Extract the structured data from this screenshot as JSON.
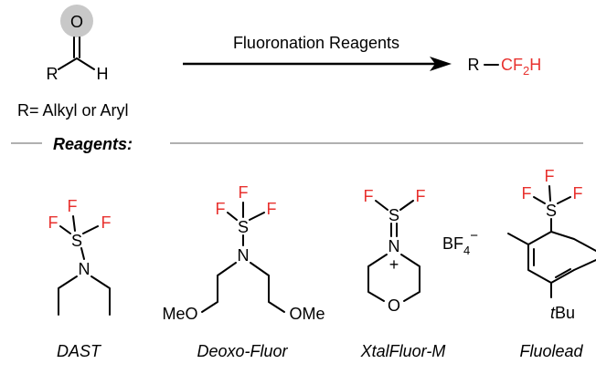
{
  "reaction": {
    "carbonyl_o": "O",
    "substituent_r": "R",
    "aldehyde_h": "H",
    "reagent_label": "Fluoronation Reagents",
    "product": {
      "r": "R",
      "cf": "CF",
      "subscript": "2",
      "h": "H"
    },
    "r_definition": "R= Alkyl or Aryl"
  },
  "section_title": "Reagents:",
  "atoms": {
    "fluorine": "F",
    "sulfur": "S",
    "nitrogen": "N",
    "oxygen": "O",
    "charge_plus": "+",
    "methoxy": "MeO",
    "methoxy_right": "OMe",
    "tert_butyl_prefix": "t",
    "tert_butyl_suffix": "Bu",
    "counterion": "BF",
    "counterion_sub": "4",
    "counterion_charge": "−"
  },
  "reagents": [
    {
      "name": "DAST"
    },
    {
      "name": "Deoxo-Fluor"
    },
    {
      "name": "XtalFluor-M"
    },
    {
      "name": "Fluolead"
    }
  ],
  "colors": {
    "fluorine": "#e8322f",
    "highlight": "#c8c8c8",
    "divider": "#b0b0b0",
    "bond": "#000000"
  }
}
